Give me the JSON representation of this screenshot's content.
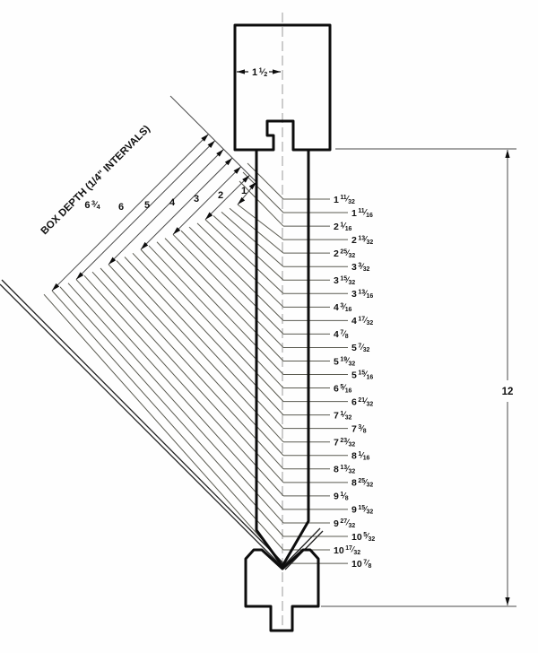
{
  "diagram": {
    "axis_title": "BOX DEPTH (1/4\" INTERVALS)",
    "top_width_label": "1 1/2",
    "overall_height_label": "12",
    "box_depth_labels": [
      {
        "value": "6 3/4",
        "entry": 26
      },
      {
        "value": "6",
        "entry": 23
      },
      {
        "value": "5",
        "entry": 19
      },
      {
        "value": "4",
        "entry": 15
      },
      {
        "value": "3",
        "entry": 11
      },
      {
        "value": "2",
        "entry": 7
      },
      {
        "value": "1",
        "entry": 3
      }
    ],
    "blade_length_labels": [
      "1 11/32",
      "1 11/16",
      "2 1/16",
      "2 13/32",
      "2 25/32",
      "3 3/32",
      "3 15/32",
      "3 13/16",
      "4 3/16",
      "4 17/32",
      "4 7/8",
      "5 7/32",
      "5 19/32",
      "5 15/16",
      "6 5/16",
      "6 21/32",
      "7 1/32",
      "7 3/8",
      "7 23/32",
      "8 1/16",
      "8 13/32",
      "8 25/32",
      "9 1/8",
      "9 15/32",
      "9 27/32",
      "10 5/32",
      "10 17/32",
      "10 7/8"
    ],
    "colors": {
      "ink": "#0d0d0d",
      "thin_line": "#4a4a4a",
      "leader_line": "#5a5a50",
      "centerline": "#9a9a9a"
    }
  }
}
